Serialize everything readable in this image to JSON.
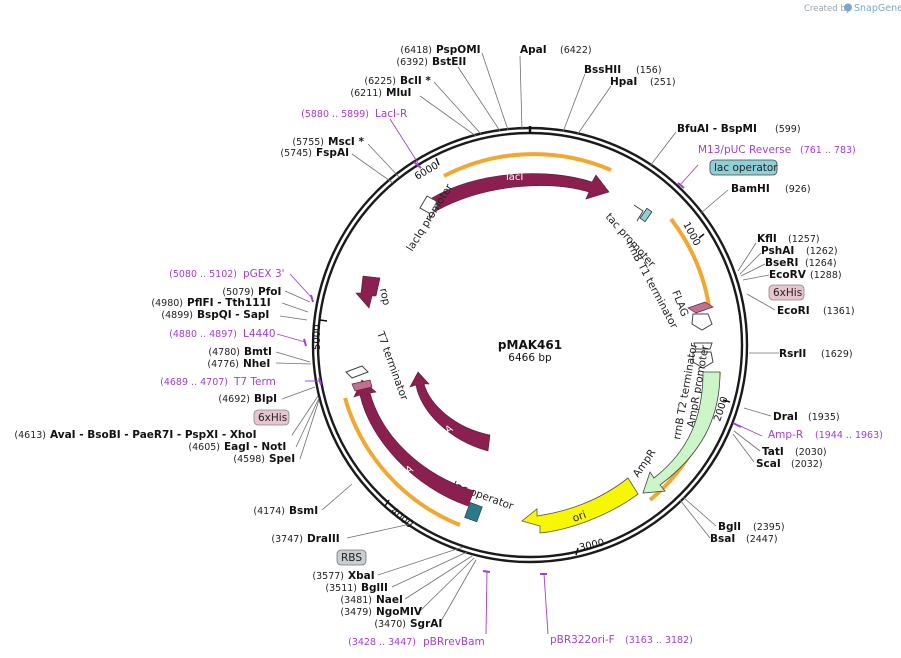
{
  "credit": {
    "prefix": "Created by",
    "brand": "SnapGene"
  },
  "plasmid": {
    "name": "pMAK461",
    "length_label": "6466 bp",
    "length": 6466
  },
  "colors": {
    "feature": "#8b2050",
    "highlight": "#f0a830",
    "green": "#ccf5c8",
    "yellow": "#f7f700",
    "primer": "#a23fd0",
    "lacop": "#8fd0d8",
    "tag": "#e7c5cf"
  },
  "ticks": [
    "1000",
    "2000",
    "3000",
    "4000",
    "5000",
    "6000"
  ],
  "features": {
    "lacI": "lacI",
    "lacIq": "lacIq promoter",
    "tac": "tac promoter",
    "rrnBT1": "rrnB T1 terminator",
    "flag": "FLAG",
    "rrnBT2": "rrnB T2 terminator",
    "ampRprom": "AmpR promoter",
    "ampR": "AmpR",
    "ori": "ori",
    "lacop_inner": "lac operator",
    "birA1": "BirA",
    "birA2": "BirA",
    "t7term": "T7 terminator",
    "rop": "rop"
  },
  "sites": [
    {
      "pos": "(6418)",
      "name": "PspOMI"
    },
    {
      "pos": "(6392)",
      "name": "BstEII"
    },
    {
      "pos": "(6225)",
      "name": "BclI *"
    },
    {
      "pos": "(6211)",
      "name": "MluI"
    },
    {
      "pos": "(5755)",
      "name": "MscI *"
    },
    {
      "pos": "(5745)",
      "name": "FspAI"
    },
    {
      "pos": "(6422)",
      "name": "ApaI"
    },
    {
      "pos": "(156)",
      "name": "BssHII"
    },
    {
      "pos": "(251)",
      "name": "HpaI"
    },
    {
      "pos": "(599)",
      "name": "BfuAI  -  BspMI"
    },
    {
      "pos": "(926)",
      "name": "BamHI"
    },
    {
      "pos": "(1257)",
      "name": "KflI"
    },
    {
      "pos": "(1262)",
      "name": "PshAI"
    },
    {
      "pos": "(1264)",
      "name": "BseRI"
    },
    {
      "pos": "(1288)",
      "name": "EcoRV"
    },
    {
      "pos": "(1361)",
      "name": "EcoRI"
    },
    {
      "pos": "(1629)",
      "name": "RsrII"
    },
    {
      "pos": "(1935)",
      "name": "DraI"
    },
    {
      "pos": "(2030)",
      "name": "TatI"
    },
    {
      "pos": "(2032)",
      "name": "ScaI"
    },
    {
      "pos": "(2395)",
      "name": "BglI"
    },
    {
      "pos": "(2447)",
      "name": "BsaI"
    },
    {
      "pos": "(5079)",
      "name": "PfoI"
    },
    {
      "pos": "(4980)",
      "name": "PflFI  -  Tth111I"
    },
    {
      "pos": "(4899)",
      "name": "BspQI  -  SapI"
    },
    {
      "pos": "(4780)",
      "name": "BmtI"
    },
    {
      "pos": "(4776)",
      "name": "NheI"
    },
    {
      "pos": "(4692)",
      "name": "BlpI"
    },
    {
      "pos": "(4613)",
      "name": "AvaI  -  BsoBI  -  PaeR7I  -  PspXI  -  XhoI"
    },
    {
      "pos": "(4605)",
      "name": "EagI  -  NotI"
    },
    {
      "pos": "(4598)",
      "name": "SpeI"
    },
    {
      "pos": "(4174)",
      "name": "BsmI"
    },
    {
      "pos": "(3747)",
      "name": "DraIII"
    },
    {
      "pos": "(3577)",
      "name": "XbaI"
    },
    {
      "pos": "(3511)",
      "name": "BglII"
    },
    {
      "pos": "(3481)",
      "name": "NaeI"
    },
    {
      "pos": "(3479)",
      "name": "NgoMIV"
    },
    {
      "pos": "(3470)",
      "name": "SgrAI"
    }
  ],
  "primers": [
    {
      "pos": "(5880 .. 5899)",
      "name": "LacI-R"
    },
    {
      "pos": "(761 .. 783)",
      "name": "M13/pUC Reverse"
    },
    {
      "pos": "(1944 .. 1963)",
      "name": "Amp-R"
    },
    {
      "pos": "(5080 .. 5102)",
      "name": "pGEX 3'"
    },
    {
      "pos": "(4880 .. 4897)",
      "name": "L4440"
    },
    {
      "pos": "(4689 .. 4707)",
      "name": "T7 Term"
    },
    {
      "pos": "(3428 .. 3447)",
      "name": "pBRrevBam"
    },
    {
      "pos": "(3163 .. 3182)",
      "name": "pBR322ori-F"
    }
  ],
  "boxes": {
    "lacop": "lac operator",
    "his_right": "6xHis",
    "his_left": "6xHis",
    "rbs": "RBS"
  }
}
